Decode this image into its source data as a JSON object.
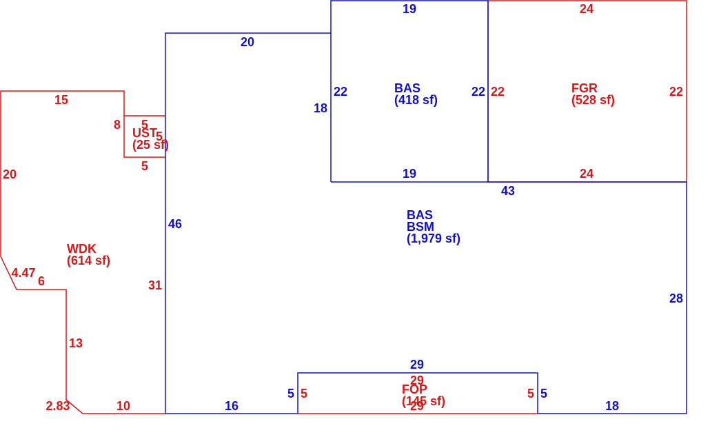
{
  "colors": {
    "blue": "#1010c8",
    "red": "#d81818"
  },
  "areas": {
    "bas_upper": {
      "code": "BAS",
      "area": "(418 sf)"
    },
    "fgr": {
      "code": "FGR",
      "area": "(528 sf)"
    },
    "ust": {
      "code": "UST",
      "area": "(25 sf)"
    },
    "bas_bsm": {
      "code1": "BAS",
      "code2": "BSM",
      "area": "(1,979 sf)"
    },
    "wdk": {
      "code": "WDK",
      "area": "(614 sf)"
    },
    "fop": {
      "code": "FOP",
      "area": "(145 sf)"
    }
  },
  "dimensions": {
    "bas_upper_top": "19",
    "bas_upper_left": "22",
    "bas_upper_right": "22",
    "bas_upper_bottom": "19",
    "fgr_top": "24",
    "fgr_left": "22",
    "fgr_right": "22",
    "fgr_bottom": "24",
    "main_top": "20",
    "main_upper_step": "18",
    "main_left": "46",
    "main_bottom_right": "43",
    "main_right": "28",
    "main_bottom_left": "16",
    "main_bottom_seg": "18",
    "fop_top_blue": "29",
    "fop_left_blue": "5",
    "fop_right_blue": "5",
    "fop_top_red": "29",
    "fop_left_red": "5",
    "fop_right_red": "5",
    "fop_bottom_red": "29",
    "wdk_top": "15",
    "wdk_left": "20",
    "wdk_diag": "4.47",
    "wdk_step": "6",
    "wdk_inner": "13",
    "wdk_corner": "2.83",
    "wdk_bottom": "10",
    "wdk_right": "31",
    "ust_top": "5",
    "ust_left": "8",
    "ust_right": "5",
    "ust_bottom": "5"
  }
}
